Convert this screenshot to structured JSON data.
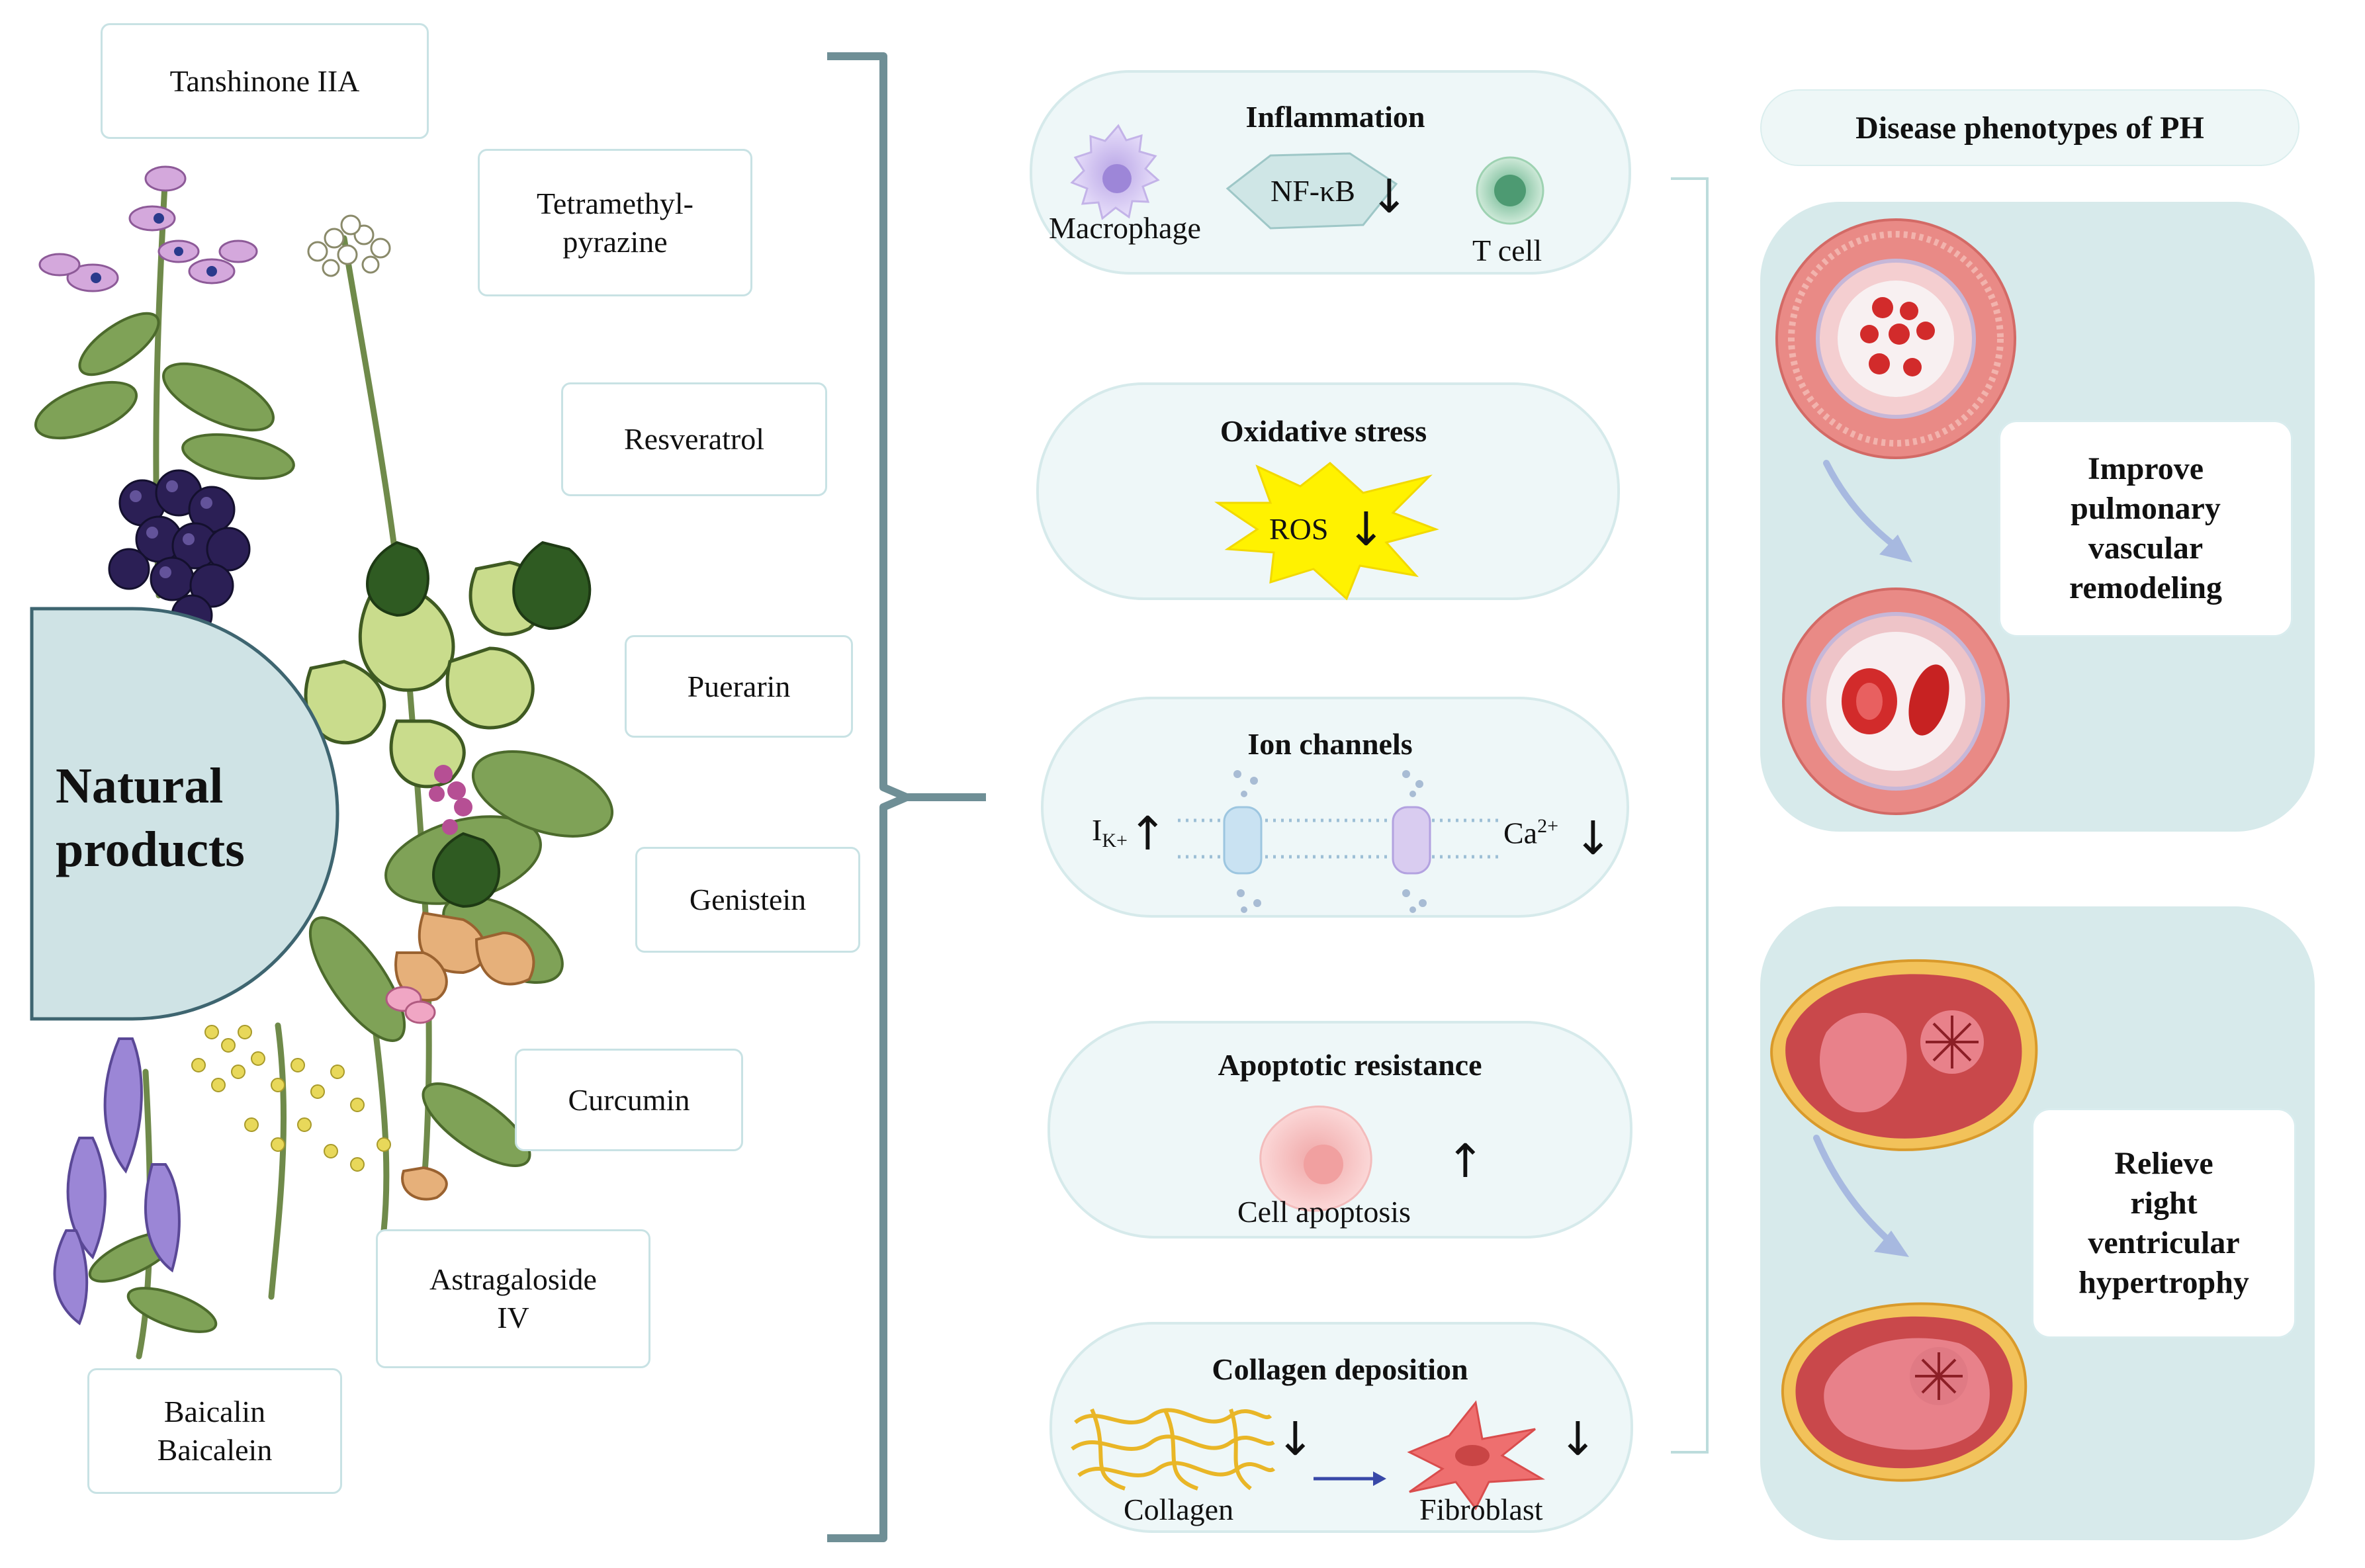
{
  "main_title": "Natural products",
  "compounds": [
    {
      "id": "tanshinone",
      "lines": [
        "Tanshinone IIA"
      ]
    },
    {
      "id": "tetramethylpyrazine",
      "lines": [
        "Tetramethyl-",
        "pyrazine"
      ]
    },
    {
      "id": "resveratrol",
      "lines": [
        "Resveratrol"
      ]
    },
    {
      "id": "puerarin",
      "lines": [
        "Puerarin"
      ]
    },
    {
      "id": "genistein",
      "lines": [
        "Genistein"
      ]
    },
    {
      "id": "curcumin",
      "lines": [
        "Curcumin"
      ]
    },
    {
      "id": "astragaloside",
      "lines": [
        "Astragaloside",
        "IV"
      ]
    },
    {
      "id": "baicalin",
      "lines": [
        "Baicalin",
        "Baicalein"
      ]
    }
  ],
  "mechanisms": {
    "inflammation": {
      "title": "Inflammation",
      "macrophage": "Macrophage",
      "nfkb": "NF-κB",
      "tcell": "T cell"
    },
    "oxidative": {
      "title": "Oxidative stress",
      "ros": "ROS"
    },
    "ion": {
      "title": "Ion channels",
      "ik": "I",
      "ik_sub": "K+",
      "ca": "Ca",
      "ca_sup": "2+"
    },
    "apoptotic": {
      "title": "Apoptotic resistance",
      "cell": "Cell apoptosis"
    },
    "collagen": {
      "title": "Collagen deposition",
      "collagen": "Collagen",
      "fibroblast": "Fibroblast"
    }
  },
  "phenotypes": {
    "header": "Disease phenotypes of PH",
    "vascular": [
      "Improve",
      "pulmonary",
      "vascular",
      "remodeling"
    ],
    "ventricular": [
      "Relieve",
      "right",
      "ventricular",
      "hypertrophy"
    ]
  },
  "arrows": {
    "down": "↓",
    "up": "↑"
  },
  "colors": {
    "pill": "#eef7f8",
    "panel": "#d7eaeb",
    "semicircle": "#cfe3e5",
    "bracket": "#6f8f96",
    "ros_burst": "#fff200"
  }
}
